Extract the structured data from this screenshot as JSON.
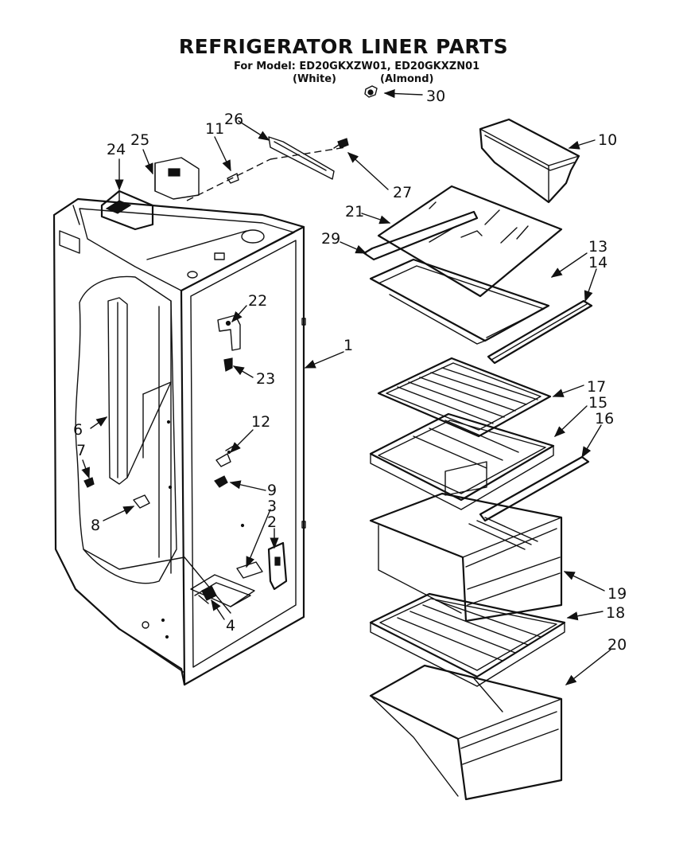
{
  "header": {
    "title": "REFRIGERATOR LINER PARTS",
    "model_line": "For Model: ED20GKXZW01, ED20GKXZN01",
    "white_label": "(White)",
    "almond_label": "(Almond)"
  },
  "callouts": {
    "c1": "1",
    "c2": "2",
    "c3": "3",
    "c4": "4",
    "c6": "6",
    "c7": "7",
    "c8": "8",
    "c9": "9",
    "c10": "10",
    "c11": "11",
    "c12": "12",
    "c13": "13",
    "c14": "14",
    "c15": "15",
    "c16": "16",
    "c17": "17",
    "c18": "18",
    "c19": "19",
    "c20": "20",
    "c21": "21",
    "c22": "22",
    "c23": "23",
    "c24": "24",
    "c25": "25",
    "c26": "26",
    "c27": "27",
    "c29": "29",
    "c30": "30"
  }
}
